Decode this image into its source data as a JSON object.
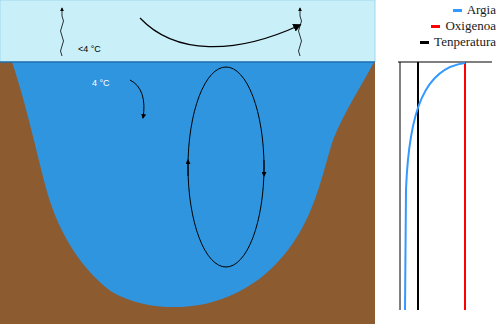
{
  "diagram": {
    "labels": [
      "<4 °C",
      "4 °C"
    ],
    "legend": [
      {
        "text": "Argia",
        "color": "#3399ff"
      },
      {
        "text": "Oxigenoa",
        "color": "#ff0000"
      },
      {
        "text": "Tenperatura",
        "color": "#000000"
      }
    ]
  }
}
